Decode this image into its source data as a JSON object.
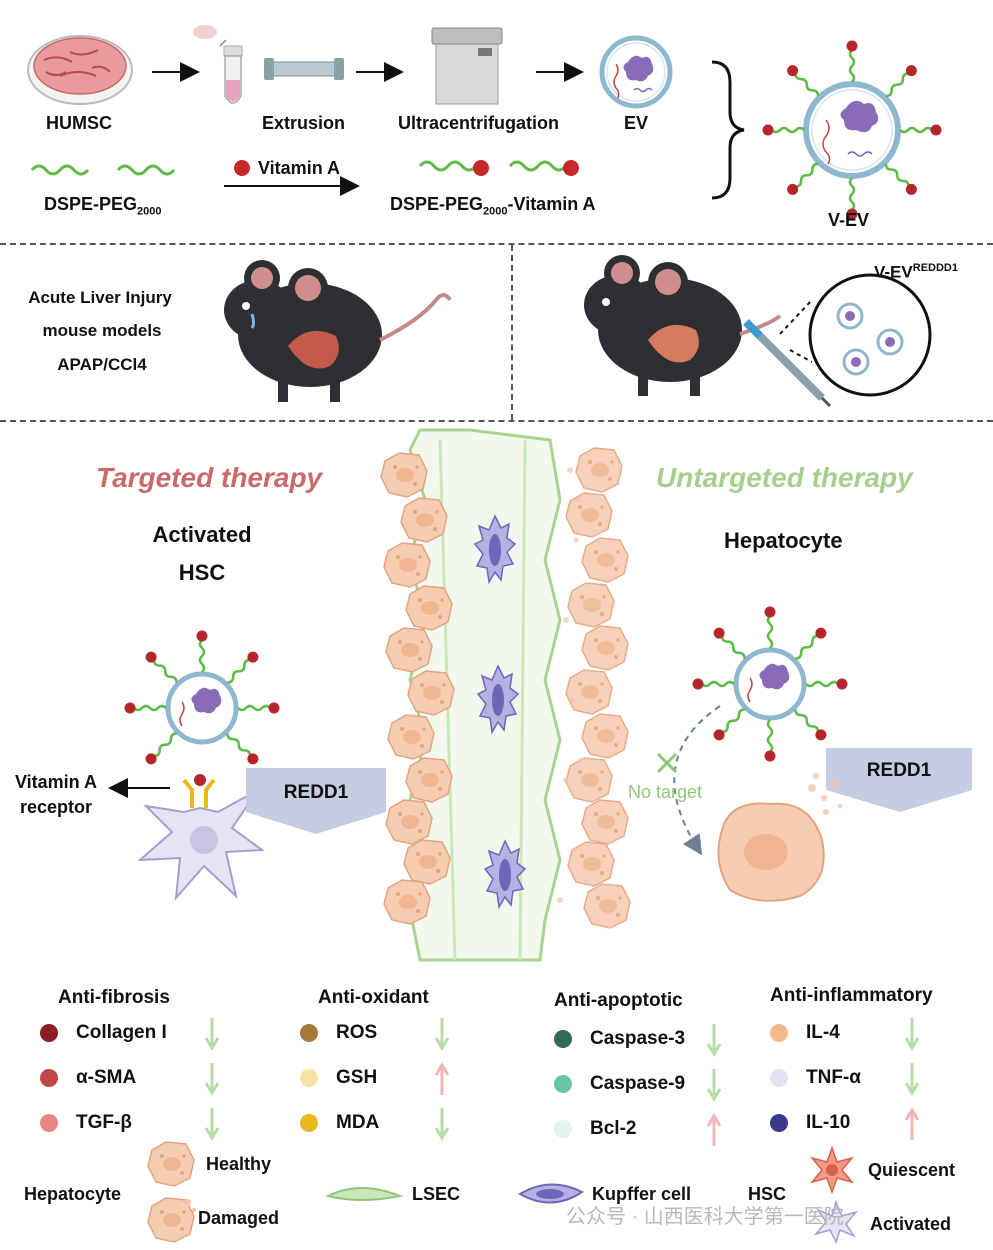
{
  "process": {
    "humsc": "HUMSC",
    "extrusion": "Extrusion",
    "ultracentrifugation": "Ultracentrifugation",
    "ev": "EV",
    "vitamin_a": "Vitamin A",
    "dspe_peg": "DSPE-PEG",
    "dspe_peg_sub": "2000",
    "dspe_peg_va": "DSPE-PEG",
    "dspe_peg_va_sub": "2000",
    "dspe_peg_va_suffix": "-Vitamin A",
    "v_ev": "V-EV"
  },
  "models": {
    "line1": "Acute Liver Injury",
    "line2": "mouse models",
    "line3": "APAP/CCl4",
    "v_ev_label": "V-EV",
    "v_ev_sup": "REDDD1"
  },
  "therapy": {
    "targeted": "Targeted therapy",
    "untargeted": "Untargeted therapy",
    "activated": "Activated",
    "hsc": "HSC",
    "hepatocyte": "Hepatocyte",
    "vitamin_a_receptor_1": "Vitamin A",
    "vitamin_a_receptor_2": "receptor",
    "redd1_left": "REDD1",
    "redd1_right": "REDD1",
    "no_target": "No target"
  },
  "legend_groups": [
    {
      "title": "Anti-fibrosis",
      "items": [
        {
          "label": "Collagen I",
          "color": "#8b1f1f",
          "dir": "down"
        },
        {
          "label": "α-SMA",
          "color": "#c0464a",
          "dir": "down"
        },
        {
          "label": "TGF-β",
          "color": "#e98585",
          "dir": "down"
        }
      ]
    },
    {
      "title": "Anti-oxidant",
      "items": [
        {
          "label": "ROS",
          "color": "#a87a3a",
          "dir": "down"
        },
        {
          "label": "GSH",
          "color": "#f8e3a0",
          "dir": "up"
        },
        {
          "label": "MDA",
          "color": "#e9b81e",
          "dir": "down"
        }
      ]
    },
    {
      "title": "Anti-apoptotic",
      "items": [
        {
          "label": "Caspase-3",
          "color": "#2f6b57",
          "dir": "down"
        },
        {
          "label": "Caspase-9",
          "color": "#6cc2a5",
          "dir": "down"
        },
        {
          "label": "Bcl-2",
          "color": "#e4f3ee",
          "dir": "up"
        }
      ]
    },
    {
      "title": "Anti-inflammatory",
      "items": [
        {
          "label": "IL-4",
          "color": "#f2b98d",
          "dir": "down"
        },
        {
          "label": "TNF-α",
          "color": "#e4e2f0",
          "dir": "down"
        },
        {
          "label": "IL-10",
          "color": "#3b3a8a",
          "dir": "up"
        }
      ]
    }
  ],
  "cell_legend": {
    "hepatocyte": "Hepatocyte",
    "healthy": "Healthy",
    "damaged": "Damaged",
    "lsec": "LSEC",
    "kupffer": "Kupffer cell",
    "hsc": "HSC",
    "quiescent": "Quiescent",
    "activated": "Activated"
  },
  "watermark": "公众号 · 山西医科大学第一医院",
  "colors": {
    "targeted": "#c96a6a",
    "untargeted": "#a6cf8d",
    "down_arrow": "#b9dba7",
    "up_arrow": "#f0b6b6",
    "hepatocyte": "#f7cdb2",
    "lsec": "#c9e7b9",
    "kupffer": "#8f87cf",
    "redd1_box": "#c5cde2",
    "vesicle_lipid": "#8fb7cf",
    "ligand_red": "#b4262c",
    "peg_green": "#5fbb48"
  }
}
